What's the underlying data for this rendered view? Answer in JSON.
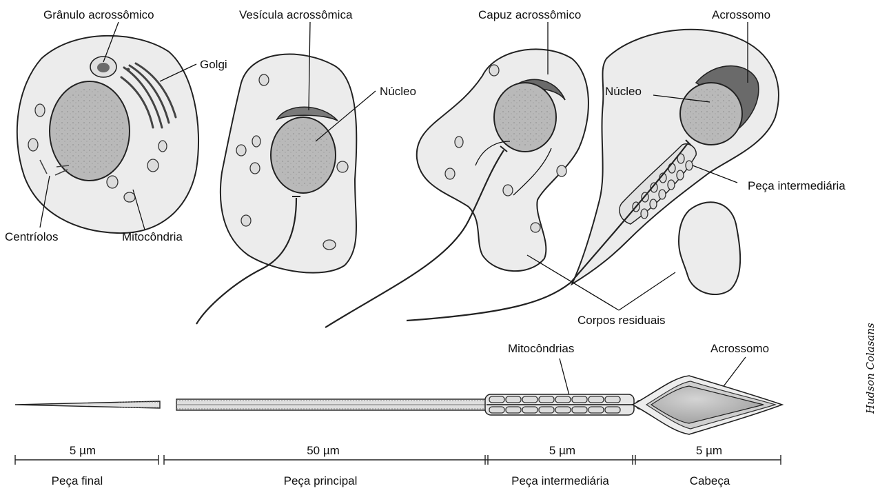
{
  "labels": {
    "granulo": "Grânulo acrossômico",
    "golgi": "Golgi",
    "centriolos": "Centríolos",
    "mitocondria": "Mitocôndria",
    "vesicula": "Vesícula acrossômica",
    "nucleo_1": "Núcleo",
    "capuz": "Capuz acrossômico",
    "acrossomo_1": "Acrossomo",
    "nucleo_2": "Núcleo",
    "peca_intermediaria_top": "Peça intermediária",
    "corpos_residuais": "Corpos residuais",
    "mitocondrias": "Mitocôndrias",
    "acrossomo_2": "Acrossomo"
  },
  "scale": {
    "segments": [
      {
        "length": "5 µm",
        "name": "Peça final"
      },
      {
        "length": "50 µm",
        "name": "Peça principal"
      },
      {
        "length": "5 µm",
        "name": "Peça intermediária"
      },
      {
        "length": "5 µm",
        "name": "Cabeça"
      }
    ]
  },
  "signature": "Hudson Colasans",
  "colors": {
    "cytoplasm": "#ececec",
    "nucleus": "#b9b9b9",
    "acrosome": "#6a6a6a",
    "outline": "#222222"
  }
}
